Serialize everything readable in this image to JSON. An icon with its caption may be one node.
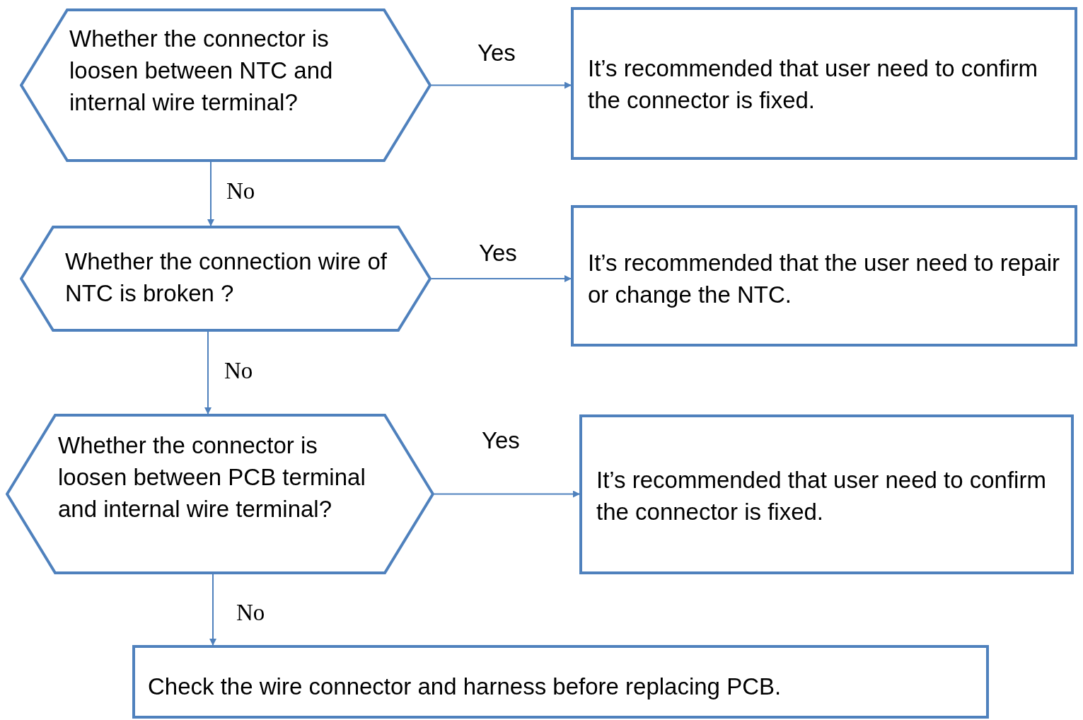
{
  "diagram": {
    "nodes": [
      {
        "text": [
          "Whether the connector is loosen between NTC and internal wire terminal?"
        ]
      },
      {
        "text": [
          "It’s recommended that user need to confirm the connector is fixed."
        ]
      },
      {
        "text": [
          "Whether the connection wire of NTC is broken ?"
        ]
      },
      {
        "text": [
          "It’s recommended that the user need to repair or change the NTC."
        ]
      },
      {
        "text": [
          "Whether the connector is loosen between PCB terminal and internal wire terminal?"
        ]
      },
      {
        "text": [
          "It’s recommended that user need to confirm the connector is fixed."
        ]
      },
      {
        "text": [
          "Check the wire connector and harness before replacing PCB."
        ]
      }
    ],
    "edges": [
      {
        "from": 0,
        "to": 1,
        "arrow": "to",
        "label": "Yes"
      },
      {
        "from": 0,
        "to": 2,
        "arrow": "to",
        "label": "No"
      },
      {
        "from": 2,
        "to": 3,
        "arrow": "to",
        "label": "Yes"
      },
      {
        "from": 2,
        "to": 4,
        "arrow": "to",
        "label": "No"
      },
      {
        "from": 4,
        "to": 5,
        "arrow": "to",
        "label": "Yes"
      },
      {
        "from": 4,
        "to": 6,
        "arrow": "to",
        "label": "No"
      }
    ]
  }
}
